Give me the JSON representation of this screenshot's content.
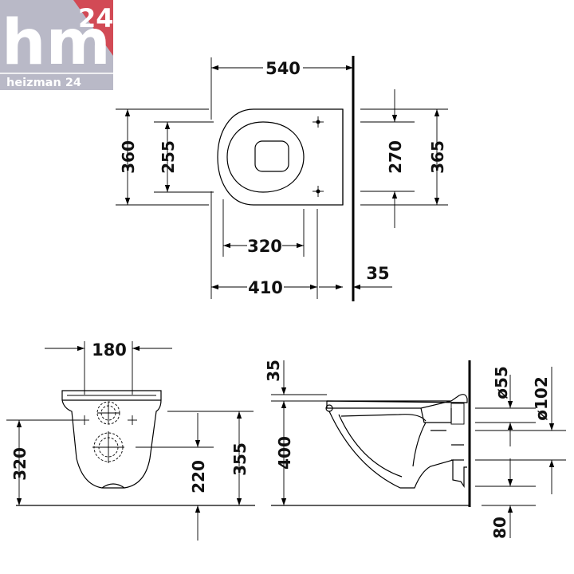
{
  "logo": {
    "main": "hm",
    "badge": "24",
    "sub": "heizman 24",
    "colors": {
      "panel": "#b9b9c7",
      "accent": "#d24a55"
    }
  },
  "top_view": {
    "dim_540": "540",
    "dim_360": "360",
    "dim_255": "255",
    "dim_270": "270",
    "dim_365": "365",
    "dim_320": "320",
    "dim_410": "410",
    "dim_35": "35"
  },
  "front_view": {
    "dim_180": "180",
    "dim_320": "320",
    "dim_220": "220",
    "dim_355": "355"
  },
  "side_view": {
    "dim_35": "35",
    "dim_400": "400",
    "dim_d55": "ø55",
    "dim_d102": "ø102",
    "dim_80": "80"
  }
}
